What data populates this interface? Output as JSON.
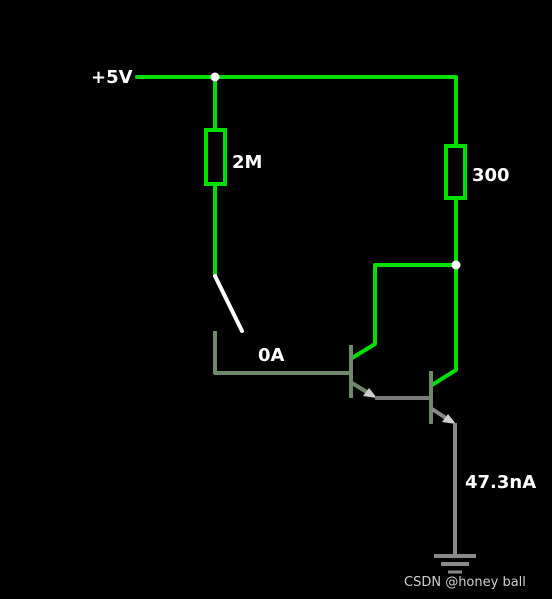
{
  "circuit": {
    "supply_label": "+5V",
    "r1_label": "2M",
    "r2_label": "300",
    "base_current_label": "0A",
    "emitter_current_label": "47.3nA"
  },
  "watermark": "CSDN @honey ball",
  "colors": {
    "background": "#000000",
    "live_wire": "#00e000",
    "dead_wire": "#6f8a6a",
    "ground_wire": "#8a8a8a",
    "switch": "#ffffff",
    "node_dot": "#ffffff",
    "text": "#ffffff"
  }
}
